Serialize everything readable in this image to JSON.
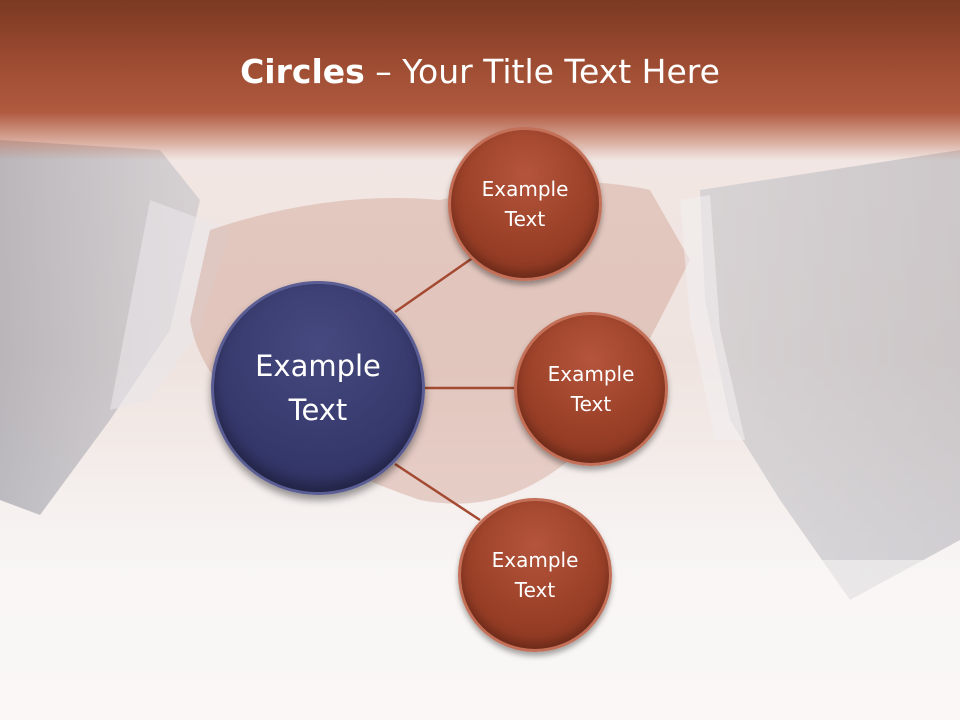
{
  "slide": {
    "title_bold": "Circles",
    "title_rest": " – Your Title Text Here"
  },
  "diagram": {
    "center": {
      "label": "Example\nText",
      "color": "#36396c"
    },
    "nodes": [
      {
        "label": "Example\nText",
        "color": "#9b4028"
      },
      {
        "label": "Example\nText",
        "color": "#9b4028"
      },
      {
        "label": "Example\nText",
        "color": "#9b4028"
      }
    ],
    "connector_color": "#a44a32"
  }
}
